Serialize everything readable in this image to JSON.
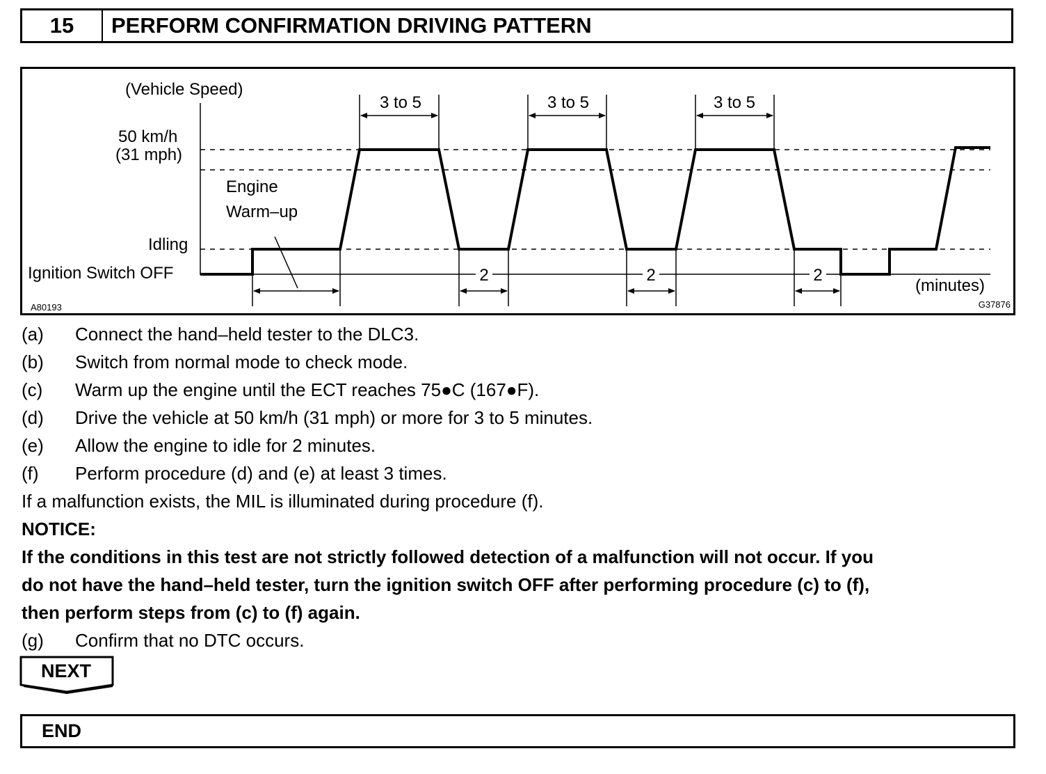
{
  "header": {
    "number": "15",
    "title": "PERFORM CONFIRMATION DRIVING PATTERN"
  },
  "chart_data": {
    "type": "line",
    "title": "",
    "ylabel": "(Vehicle Speed)",
    "xlabel": "(minutes)",
    "y_levels": [
      "Ignition Switch OFF",
      "Idling",
      "50 km/h (31 mph)"
    ],
    "level_50_line1": "50 km/h",
    "level_50_line2": "(31 mph)",
    "idling_label": "Idling",
    "off_label": "Ignition Switch OFF",
    "warmup_label_line1": "Engine",
    "warmup_label_line2": "Warm–up",
    "cruise_duration_label": "3 to 5",
    "idle_duration_label": "2",
    "sequence": [
      "Ignition Switch OFF",
      "Engine Warm–up (Idling)",
      "50 km/h 3 to 5",
      "Idling 2",
      "50 km/h 3 to 5",
      "Idling 2",
      "50 km/h 3 to 5",
      "Idling 2",
      "Ignition Switch OFF",
      "Idling",
      "50 km/h"
    ],
    "left_code": "A80193",
    "right_code": "G37876"
  },
  "steps": [
    {
      "label": "(a)",
      "text": "Connect the hand–held tester to the DLC3."
    },
    {
      "label": "(b)",
      "text": "Switch from normal mode to check mode."
    },
    {
      "label": "(c)",
      "text": "Warm up the engine until the ECT reaches 75●C (167●F)."
    },
    {
      "label": "(d)",
      "text": "Drive the vehicle at 50 km/h (31 mph) or more for 3 to 5 minutes."
    },
    {
      "label": "(e)",
      "text": "Allow the engine to idle for 2 minutes."
    },
    {
      "label": "(f)",
      "text": "Perform procedure (d) and (e) at least 3 times."
    }
  ],
  "malfunction_note": "If a malfunction exists, the MIL is illuminated during procedure (f).",
  "notice_title": "NOTICE:",
  "notice_line1": "If the conditions in this test are not strictly followed detection of a malfunction will not occur. If you",
  "notice_line2": "do not have the hand–held tester, turn the ignition switch OFF after performing procedure (c) to (f),",
  "notice_line3": "then perform steps from (c) to (f) again.",
  "final_step": {
    "label": "(g)",
    "text": "Confirm that no DTC occurs."
  },
  "next_label": "NEXT",
  "end_label": "END"
}
